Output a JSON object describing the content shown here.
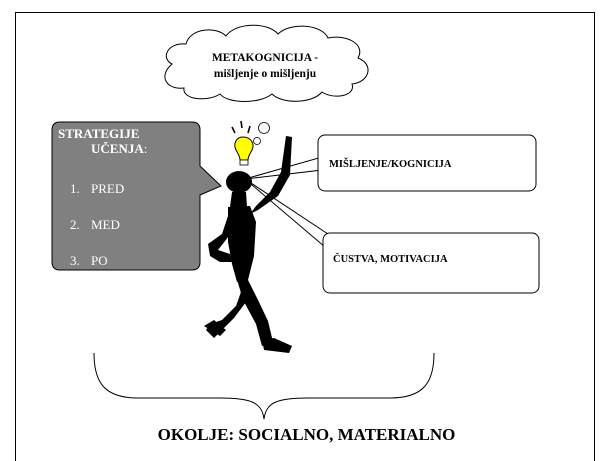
{
  "cloud": {
    "line1": "METAKOGNICIJA -",
    "line2": "mišljenje o mišljenju"
  },
  "strategies": {
    "title_line1": "STRATEGIJE",
    "title_line2_main": "UČENJA",
    "title_line2_suffix": ":",
    "items": [
      {
        "num": "1.",
        "label": "PRED"
      },
      {
        "num": "2.",
        "label": "MED"
      },
      {
        "num": "3.",
        "label": "PO"
      }
    ]
  },
  "boxes": {
    "thinking": "MIŠLJENJE/KOGNICIJA",
    "emotions": "ČUSTVA, MOTIVACIJA"
  },
  "environment": {
    "caption": "OKOLJE: SOCIALNO, MATERIALNO"
  },
  "colors": {
    "strategy_fill": "#808080",
    "figure_fill": "#000000",
    "bulb_fill": "#ffff00"
  },
  "icons": [
    "lightbulb-icon",
    "thinking-figure"
  ]
}
